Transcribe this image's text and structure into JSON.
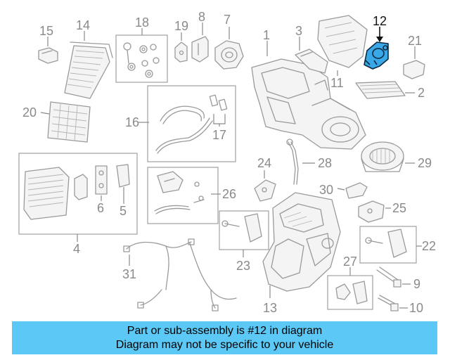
{
  "callouts": {
    "c1": "1",
    "c2": "2",
    "c3": "3",
    "c4": "4",
    "c5": "5",
    "c6": "6",
    "c7": "7",
    "c8": "8",
    "c9": "9",
    "c10": "10",
    "c11": "11",
    "c12": "12",
    "c13": "13",
    "c14": "14",
    "c15": "15",
    "c16": "16",
    "c17": "17",
    "c18": "18",
    "c19": "19",
    "c20": "20",
    "c21": "21",
    "c22": "22",
    "c23": "23",
    "c24": "24",
    "c25": "25",
    "c26": "26",
    "c27": "27",
    "c28": "28",
    "c29": "29",
    "c30": "30",
    "c31": "31"
  },
  "highlighted_part": "12",
  "colors": {
    "highlight": "#3aa8e8",
    "banner": "#5bc8f5",
    "linework": "#9a9a9a"
  },
  "banner": {
    "line1": "Part or sub-assembly is #12 in diagram",
    "line2": "Diagram may not be specific to your vehicle"
  }
}
